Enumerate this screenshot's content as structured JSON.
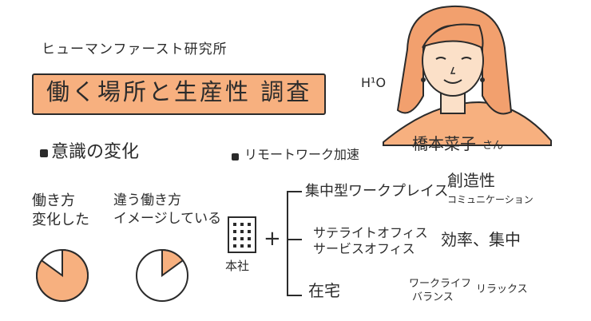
{
  "header": {
    "org_name": "ヒューマンファースト研究所",
    "title": "働く場所と生産性 調査"
  },
  "presenter": {
    "logo_text": "H¹O",
    "name": "橋本菜子",
    "honorific": "さん",
    "colors": {
      "hair": "#f2a06e",
      "skin": "#fbe0c8",
      "shirt": "#f7b07f"
    }
  },
  "awareness": {
    "heading": "意識の変化",
    "items": [
      {
        "line1": "働き方",
        "line2": "変化した",
        "share": 0.85
      },
      {
        "line1": "違う働き方",
        "line2": "イメージしている",
        "share": 0.15
      }
    ]
  },
  "remote": {
    "heading": "リモートワーク加速",
    "hq_label": "本社",
    "plus": "+",
    "branches": [
      {
        "label": "集中型ワークプレイス",
        "effect_line1": "創造性",
        "effect_line2": "コミュニケーション"
      },
      {
        "label_line1": "サテライトオフィス",
        "label_line2": "サービスオフィス",
        "effect": "効率、集中"
      },
      {
        "label": "在宅",
        "effect_line1": "ワークライフ",
        "effect_line2": "バランス",
        "effect_extra": "リラックス"
      }
    ]
  },
  "colors": {
    "accent": "#f7b07f",
    "ink": "#2b2b2b"
  }
}
